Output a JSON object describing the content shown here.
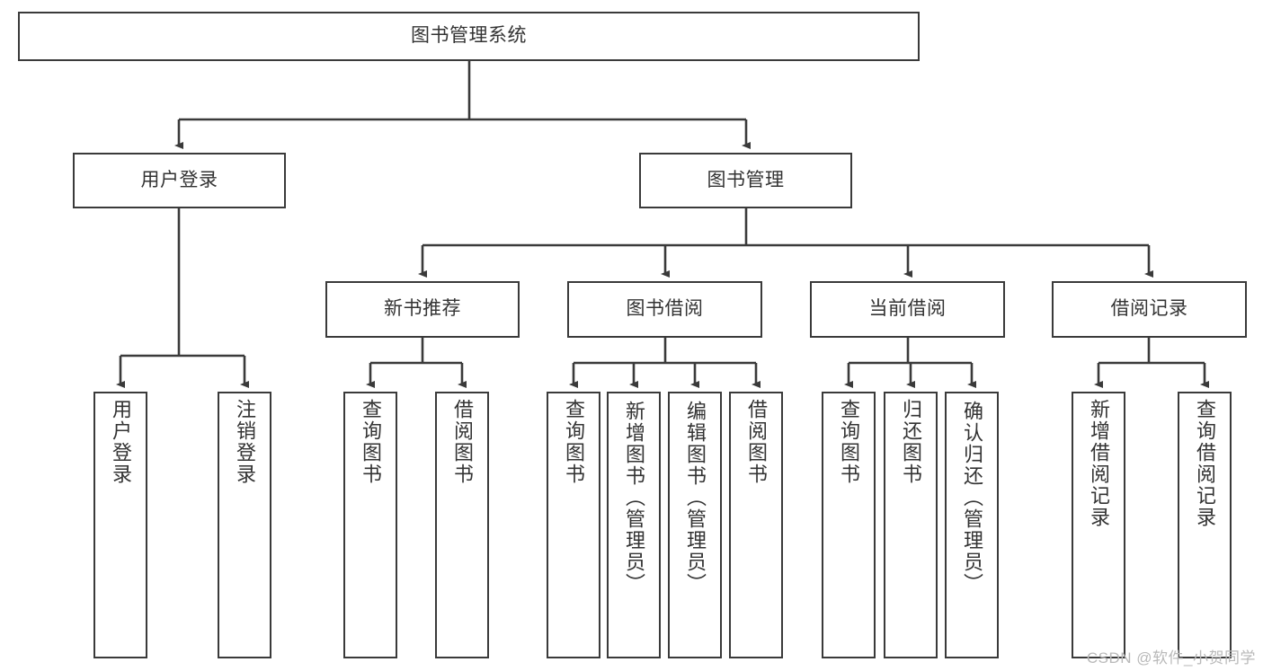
{
  "diagram": {
    "title": "图书管理系统",
    "type": "tree-hierarchy",
    "root": {
      "label": "图书管理系统"
    },
    "level2": [
      {
        "label": "用户登录"
      },
      {
        "label": "图书管理"
      }
    ],
    "level3": [
      {
        "label": "新书推荐"
      },
      {
        "label": "图书借阅"
      },
      {
        "label": "当前借阅"
      },
      {
        "label": "借阅记录"
      }
    ],
    "leaves": {
      "user_login": [
        {
          "label": "用户登录"
        },
        {
          "label": "注销登录"
        }
      ],
      "new_book_recommend": [
        {
          "label": "查询图书"
        },
        {
          "label": "借阅图书"
        }
      ],
      "book_borrow": [
        {
          "label": "查询图书"
        },
        {
          "label": "新增图书（管理员）"
        },
        {
          "label": "编辑图书（管理员）"
        },
        {
          "label": "借阅图书"
        }
      ],
      "current_borrow": [
        {
          "label": "查询图书"
        },
        {
          "label": "归还图书"
        },
        {
          "label": "确认归还（管理员）"
        }
      ],
      "borrow_record": [
        {
          "label": "新增借阅记录"
        },
        {
          "label": "查询借阅记录"
        }
      ]
    }
  },
  "watermark": {
    "text": "CSDN @软件_小贺同学"
  },
  "colors": {
    "border": "#3a3a3a",
    "text": "#333333",
    "background": "#ffffff",
    "watermark": "#b9b9b9"
  }
}
